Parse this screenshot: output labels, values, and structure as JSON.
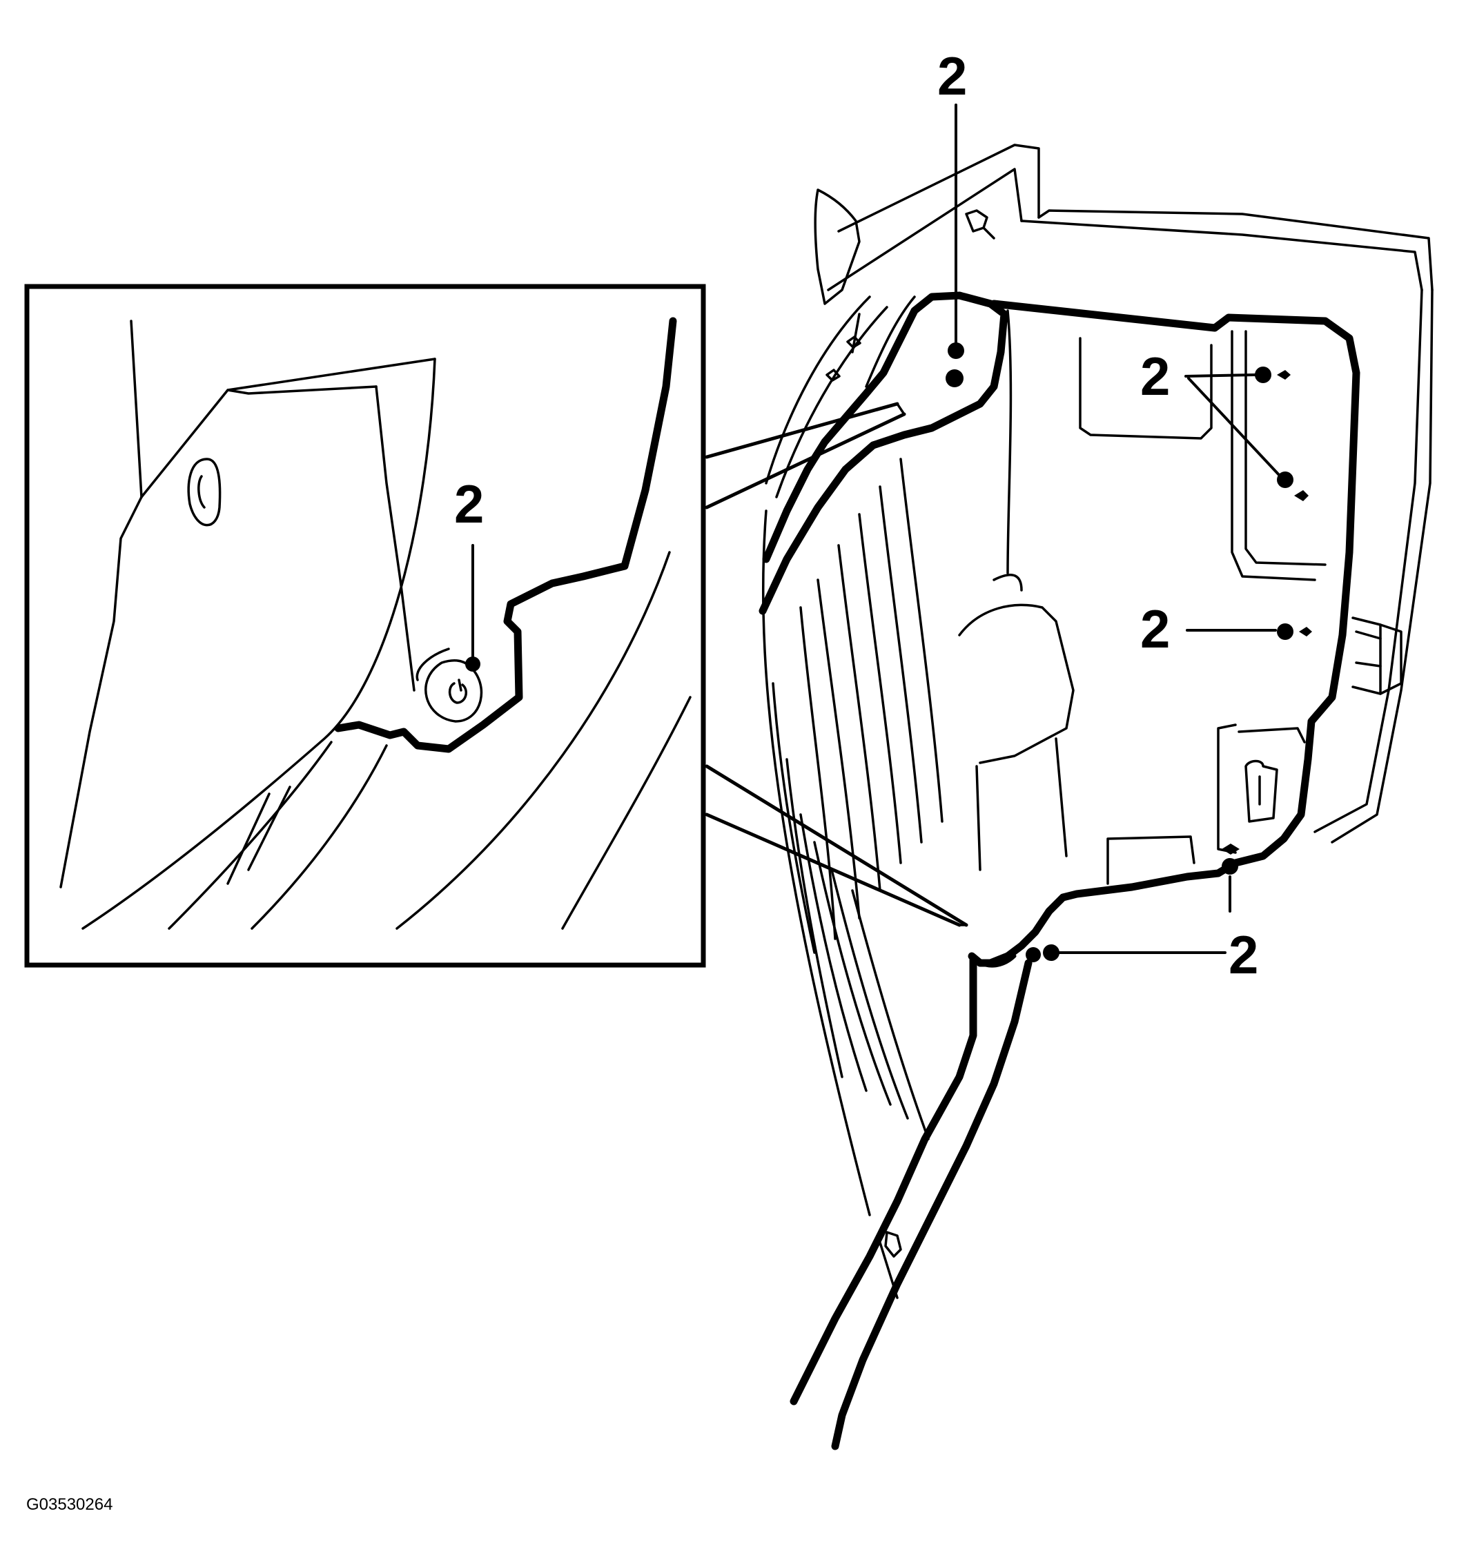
{
  "figure": {
    "reference_code": "G03530264",
    "callouts": [
      {
        "id": "inset",
        "label": "2"
      },
      {
        "id": "top",
        "label": "2"
      },
      {
        "id": "right-upper",
        "label": "2"
      },
      {
        "id": "right-middle",
        "label": "2"
      },
      {
        "id": "bottom-right",
        "label": "2"
      }
    ]
  }
}
